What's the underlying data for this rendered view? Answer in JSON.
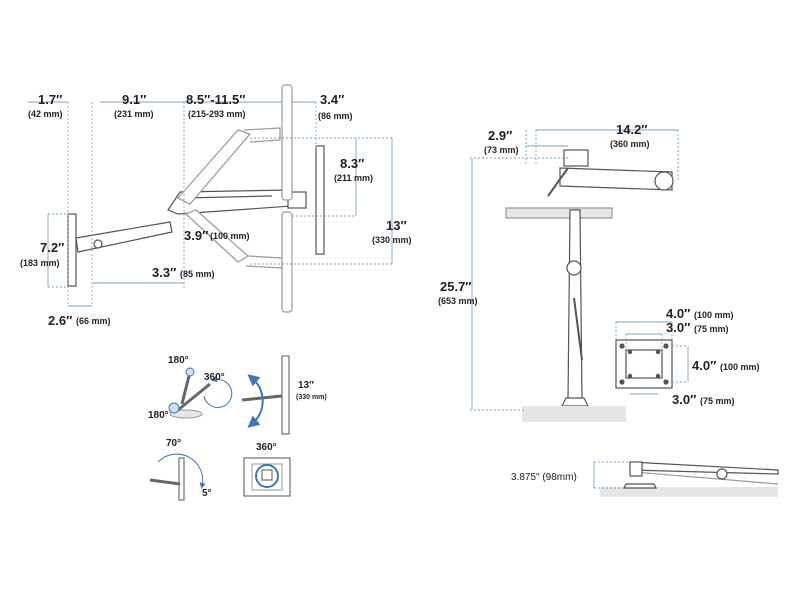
{
  "colors": {
    "line": "#555555",
    "dim": "#7aa5c9",
    "dimdot": "#9fbfd8",
    "rotate": "#3a78b8",
    "surface": "#e6e6e6",
    "text": "#231f20"
  },
  "side_view": {
    "d1": {
      "value": "1.7″",
      "sub": "(42 mm)"
    },
    "d2": {
      "value": "9.1″",
      "sub": "(231 mm)"
    },
    "d3": {
      "value": "8.5″-11.5″",
      "sub": "(215-293 mm)"
    },
    "d4": {
      "value": "3.4″",
      "sub": "(86 mm)"
    },
    "d5": {
      "value": "8.3″",
      "sub": "(211 mm)"
    },
    "d6": {
      "value": "13″",
      "sub": "(330 mm)"
    },
    "d7": {
      "value": "7.2″",
      "sub": "(183 mm)"
    },
    "d8": {
      "value": "3.9″",
      "sub": "(100 mm)"
    },
    "d9": {
      "value": "3.3″",
      "sub": "(85 mm)"
    },
    "d10": {
      "value": "2.6″",
      "sub": "(66 mm)"
    }
  },
  "rotation": {
    "a180top": "180°",
    "a360": "360°",
    "a180bottom": "180°",
    "tilt13": "13″",
    "tilt13sub": "(330 mm)",
    "a70": "70°",
    "a5": "5°",
    "a360screen": "360°"
  },
  "front_view": {
    "d1": {
      "value": "2.9″",
      "sub": "(73 mm)"
    },
    "d2": {
      "value": "14.2″",
      "sub": "(360 mm)"
    },
    "d3": {
      "value": "25.7″",
      "sub": "(653 mm)"
    }
  },
  "vesa": {
    "top1": {
      "value": "4.0″",
      "sub": "(100 mm)"
    },
    "top2": {
      "value": "3.0″",
      "sub": "(75 mm)"
    },
    "right": {
      "value": "4.0″",
      "sub": "(100 mm)"
    },
    "bottom": {
      "value": "3.0″",
      "sub": "(75 mm)"
    }
  },
  "clamp": {
    "label": "3.875″ (98mm)"
  }
}
